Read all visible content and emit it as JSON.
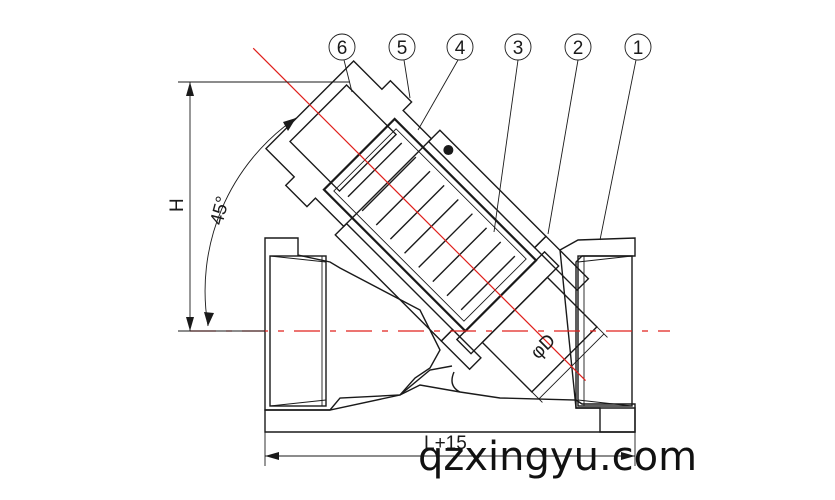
{
  "callouts": [
    "6",
    "5",
    "4",
    "3",
    "2",
    "1"
  ],
  "dimensions": {
    "height": "H",
    "angle": "45°",
    "diameter": "φD",
    "length": "L+15"
  },
  "watermark": "qzxingyu.com",
  "colors": {
    "line": "#1a1a1a",
    "centerline": "#e0201c",
    "background": "#ffffff"
  }
}
